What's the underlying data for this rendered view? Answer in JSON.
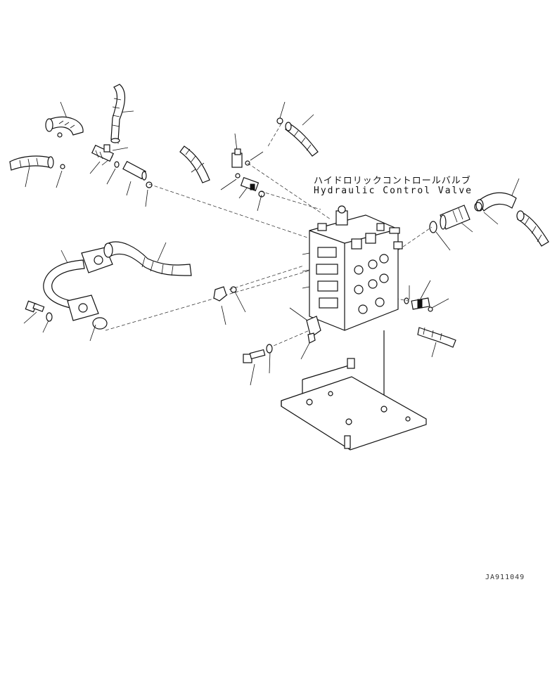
{
  "title_jp": "ハイドロリックコントロールバルブ",
  "title_en": "Hydraulic Control Valve",
  "drawing_id": "JA911049",
  "icons": [
    "hose-icon",
    "elbow-fitting-icon",
    "o-ring-icon",
    "pipe-icon",
    "flange-bolt-icon",
    "washer-icon",
    "plug-icon",
    "bracket-icon",
    "control-valve-icon",
    "mounting-plate-icon"
  ]
}
